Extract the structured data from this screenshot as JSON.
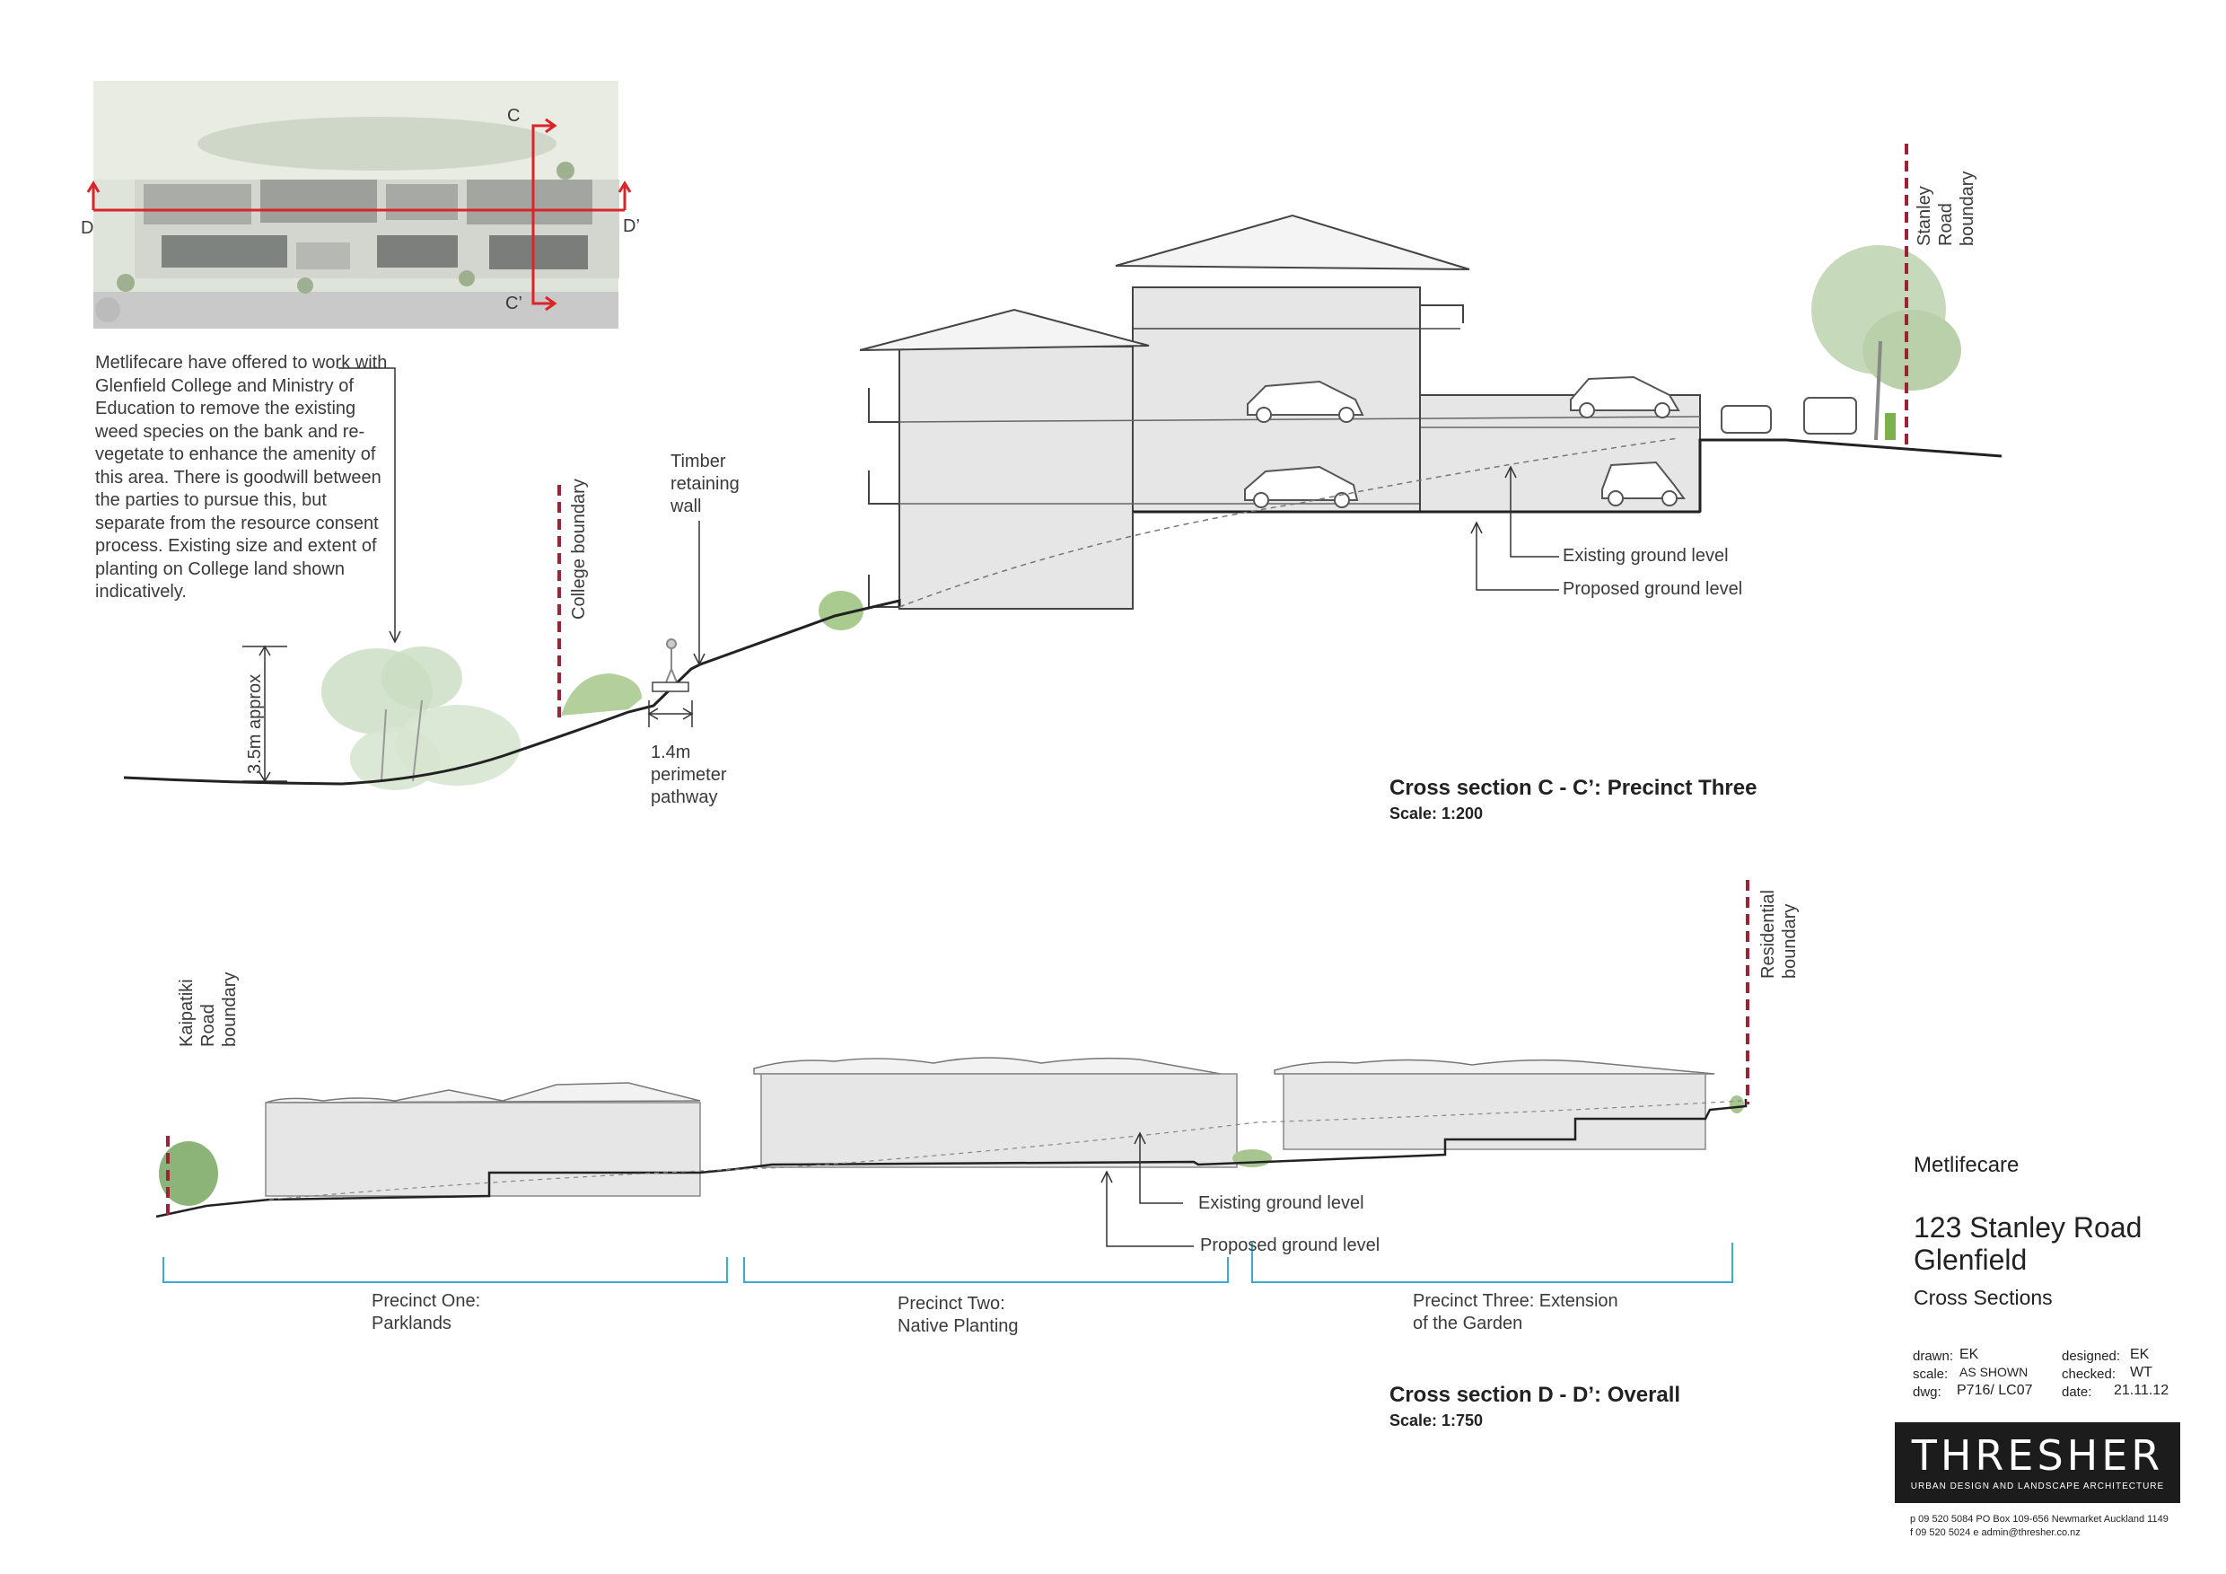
{
  "keyplan": {
    "section_c": "C",
    "section_c_prime": "C’",
    "section_d": "D",
    "section_d_prime": "D’"
  },
  "note": "Metlifecare have offered to work with Glenfield College and Ministry of Education to remove the existing weed species on the bank and re-vegetate to enhance the amenity of this area. There is goodwill between the parties to pursue this, but separate from the resource consent process. Existing size and extent of planting on College land shown indicatively.",
  "section_cc": {
    "height_dim": "3.5m approx",
    "college_boundary": "College boundary",
    "timber_wall": "Timber retaining wall",
    "pathway": "1.4m perimeter pathway",
    "stanley_boundary": "Stanley Road boundary",
    "existing_ground": "Existing ground level",
    "proposed_ground": "Proposed ground level",
    "title": "Cross section C - C’: Precinct Three",
    "scale": "Scale: 1:200"
  },
  "section_dd": {
    "kaipatiki_boundary": "Kaipatiki Road boundary",
    "residential_boundary": "Residential boundary",
    "existing_ground": "Existing ground level",
    "proposed_ground": "Proposed ground level",
    "precinct_one": "Precinct One: Parklands",
    "precinct_two": "Precinct Two: Native Planting",
    "precinct_three": "Precinct Three: Extension of the Garden",
    "title": "Cross section D - D’: Overall",
    "scale": "Scale: 1:750"
  },
  "title_block": {
    "client": "Metlifecare",
    "address_line1": "123 Stanley Road",
    "address_line2": "Glenfield",
    "sheet_title": "Cross Sections",
    "drawn_label": "drawn:",
    "drawn_value": "EK",
    "scale_label": "scale:",
    "scale_value": "AS SHOWN",
    "dwg_label": "dwg:",
    "dwg_value": "P716/ LC07",
    "designed_label": "designed:",
    "designed_value": "EK",
    "checked_label": "checked:",
    "checked_value": "WT",
    "date_label": "date:",
    "date_value": "21.11.12"
  },
  "logo": {
    "word": "THRESHER",
    "tagline": "URBAN DESIGN AND LANDSCAPE ARCHITECTURE"
  },
  "contact": {
    "line1": "p 09 520 5084   PO Box 109-656  Newmarket  Auckland 1149",
    "line2": "f  09 520 5024   e  admin@thresher.co.nz"
  },
  "colors": {
    "boundary": "#9b2335",
    "section_line": "#d9252a",
    "precinct_bracket": "#3fa9d5",
    "building_fill": "#e6e6e6",
    "tree_fill": "#c9dcc0"
  }
}
